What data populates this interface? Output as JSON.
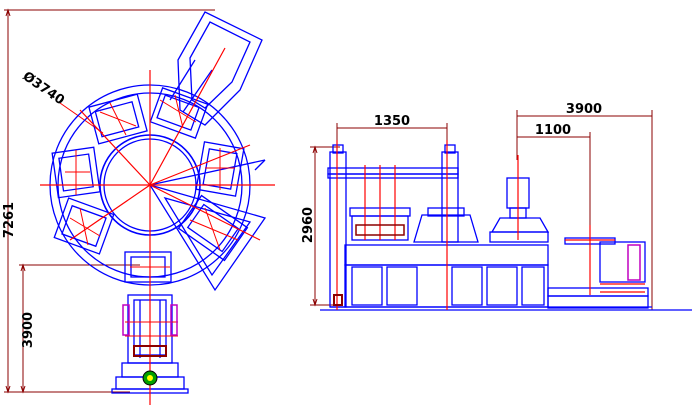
{
  "colors": {
    "structure": "#0000ff",
    "centerline": "#ff0000",
    "dimension": "#8b0000",
    "text": "#000000",
    "background": "#ffffff",
    "accent_green": "#00a000",
    "accent_magenta": "#c000c0"
  },
  "dimensions": {
    "total_height": "7261",
    "lower_height": "3900",
    "diameter": "Ø3740",
    "side_height": "2960",
    "width_1350": "1350",
    "width_3900": "3900",
    "width_1100": "1100"
  }
}
